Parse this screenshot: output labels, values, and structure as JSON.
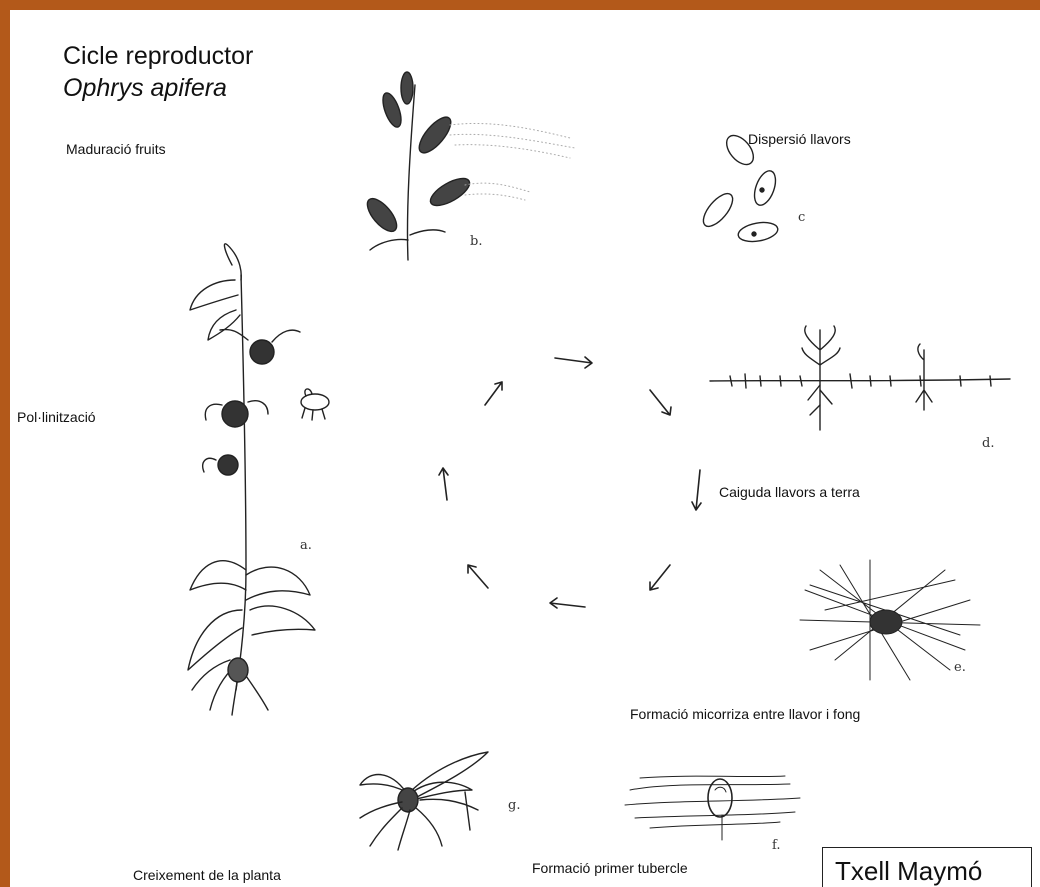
{
  "title": {
    "line1": "Cicle reproductor",
    "line2": "Ophrys apifera"
  },
  "stages": [
    {
      "id": "a",
      "label": "Pol·linització",
      "tag": "a."
    },
    {
      "id": "b",
      "label": "Maduració fruits",
      "tag": "b."
    },
    {
      "id": "c",
      "label": "Dispersió llavors",
      "tag": "c"
    },
    {
      "id": "d",
      "label": "Caiguda llavors a terra",
      "tag": "d."
    },
    {
      "id": "e",
      "label": "Formació micorriza entre llavor i fong",
      "tag": "e."
    },
    {
      "id": "f",
      "label": "Formació primer tubercle",
      "tag": "f."
    },
    {
      "id": "g",
      "label": "Creixement de la planta",
      "tag": "g."
    }
  ],
  "signature": "Txell Maymó",
  "colors": {
    "border": "#b3591a",
    "ink": "#222222"
  },
  "icons": [
    "orchid-plant-icon",
    "bee-icon",
    "seed-capsules-icon",
    "seeds-icon",
    "soil-seedling-icon",
    "mycorrhiza-icon",
    "tuber-icon",
    "young-plant-icon"
  ]
}
